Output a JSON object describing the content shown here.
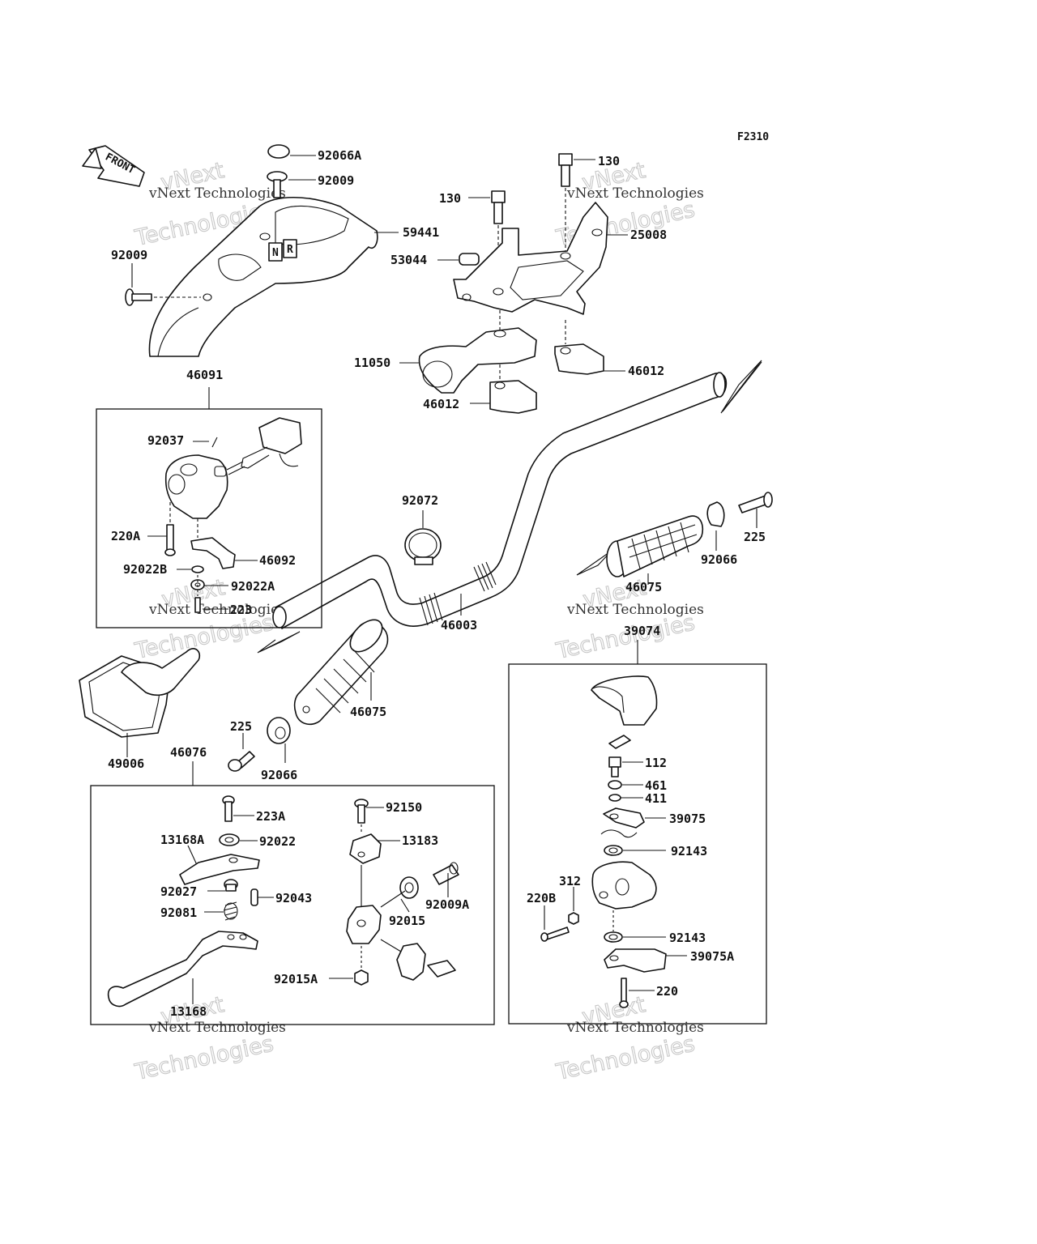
{
  "figure_code": "F2310",
  "front_arrow_text": "FRONT",
  "watermark": {
    "line1": "vNext Technologies",
    "line2": "Technologies",
    "overlay": "vNext"
  },
  "labels": {
    "p92066A": "92066A",
    "p92009_top": "92009",
    "p59441": "59441",
    "p92009_left": "92009",
    "p130_a": "130",
    "p130_b": "130",
    "p25008": "25008",
    "p53044": "53044",
    "p11050": "11050",
    "p46012_a": "46012",
    "p46012_b": "46012",
    "p46091": "46091",
    "p92037": "92037",
    "p220A": "220A",
    "p92022B": "92022B",
    "p46092": "46092",
    "p92022A": "92022A",
    "p223": "223",
    "p92072": "92072",
    "p46003": "46003",
    "p225_r": "225",
    "p92066_r": "92066",
    "p46075_r": "46075",
    "p39074": "39074",
    "p46075_l": "46075",
    "p49006": "49006",
    "p225_l": "225",
    "p92066_l": "92066",
    "p46076": "46076",
    "p223A": "223A",
    "p13168A": "13168A",
    "p92022": "92022",
    "p92027": "92027",
    "p92043": "92043",
    "p92081": "92081",
    "p13168": "13168",
    "p92150": "92150",
    "p13183": "13183",
    "p92009A": "92009A",
    "p92015": "92015",
    "p92015A": "92015A",
    "p112": "112",
    "p461": "461",
    "p411": "411",
    "p39075": "39075",
    "p92143_a": "92143",
    "p312": "312",
    "p220B": "220B",
    "p92143_b": "92143",
    "p39075A": "39075A",
    "p220": "220"
  },
  "switch_letters": {
    "n": "N",
    "r": "R"
  }
}
